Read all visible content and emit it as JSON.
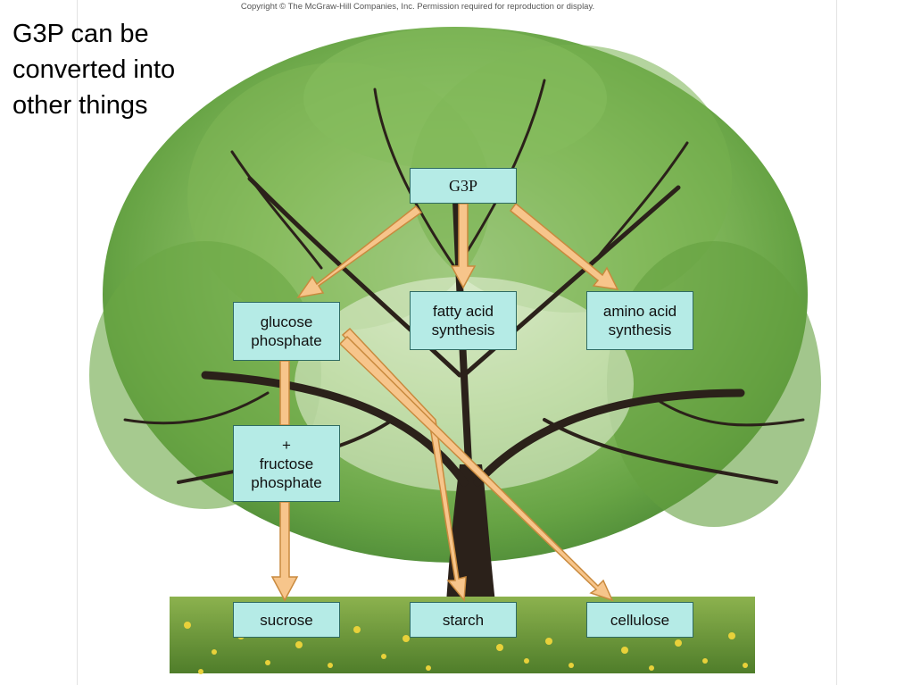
{
  "slide": {
    "title_lines": [
      "G3P can be",
      "converted into",
      "other things"
    ]
  },
  "figure": {
    "copyright": "Copyright © The McGraw-Hill Companies, Inc. Permission required for reproduction or display.",
    "nodes": {
      "g3p": [
        "G3P"
      ],
      "glucose_phosphate": [
        "glucose",
        "phosphate"
      ],
      "fatty_acid_synthesis": [
        "fatty acid",
        "synthesis"
      ],
      "amino_acid_synthesis": [
        "amino acid",
        "synthesis"
      ],
      "fructose_phosphate": [
        "+",
        "fructose",
        "phosphate"
      ],
      "sucrose": [
        "sucrose"
      ],
      "starch": [
        "starch"
      ],
      "cellulose": [
        "cellulose"
      ]
    },
    "colors": {
      "box_fill": "#b5ebe6",
      "box_border": "#2f6b62",
      "arrow_fill": "#f7c58b",
      "arrow_stroke": "#c98a3e",
      "foliage": "#5e9e3a",
      "trunk": "#2b211a",
      "grass": "#6f9a3a",
      "flowers": "#e8d13a"
    }
  }
}
